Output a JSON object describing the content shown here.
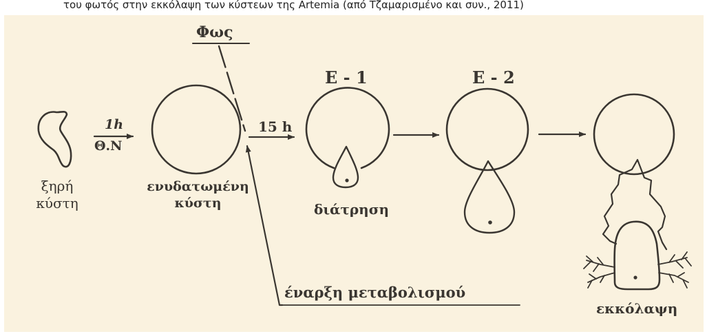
{
  "top_strip_text": "του φωτός στην εκκόλαψη των κύστεων της Artemia (από Τζαμαρισμένο και συν., 2011)",
  "light_label": "Φως",
  "dry_label_line1": "ξηρή",
  "dry_label_line2": "κύστη",
  "step1_time": "1h",
  "step1_condition": "Θ.Ν",
  "hydrated_label_line1": "ενυδατωμένη",
  "hydrated_label_line2": "κύστη",
  "step2_time": "15 h",
  "stage_e1": "Ε - 1",
  "breaking_label": "διάτρηση",
  "stage_e2": "Ε - 2",
  "hatching_label": "εκκόλαψη",
  "metabolism_label": "έναρξη μεταβολισμού",
  "colors": {
    "ink": "#3a3631",
    "paper": "#faf2df"
  }
}
